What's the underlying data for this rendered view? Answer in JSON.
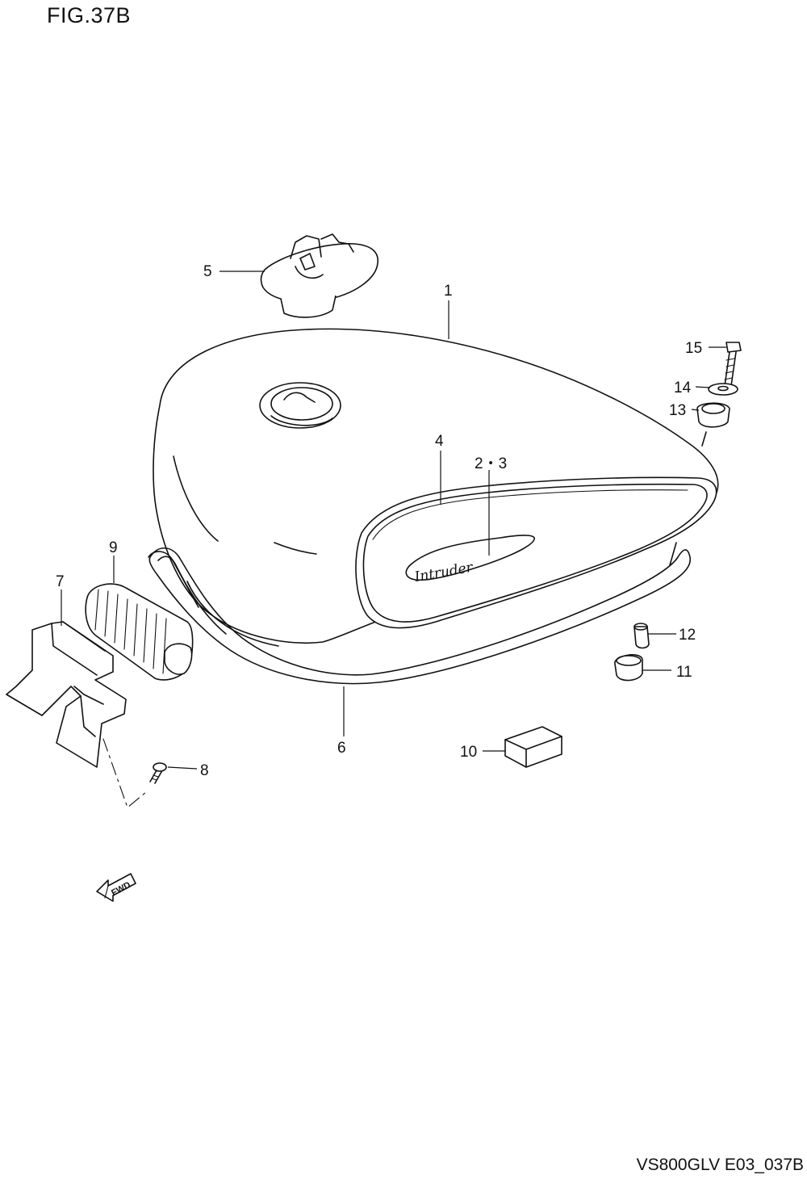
{
  "figure_title": "FIG.37B",
  "drawing_code": "VS800GLV E03_037B",
  "tank_emblem_script": "Intruder",
  "fwd_arrow_label": "FWD",
  "callouts": {
    "c1": "1",
    "c23": "2・3",
    "c4": "4",
    "c5": "5",
    "c6": "6",
    "c7": "7",
    "c8": "8",
    "c9": "9",
    "c10": "10",
    "c11": "11",
    "c12": "12",
    "c13": "13",
    "c14": "14",
    "c15": "15"
  }
}
